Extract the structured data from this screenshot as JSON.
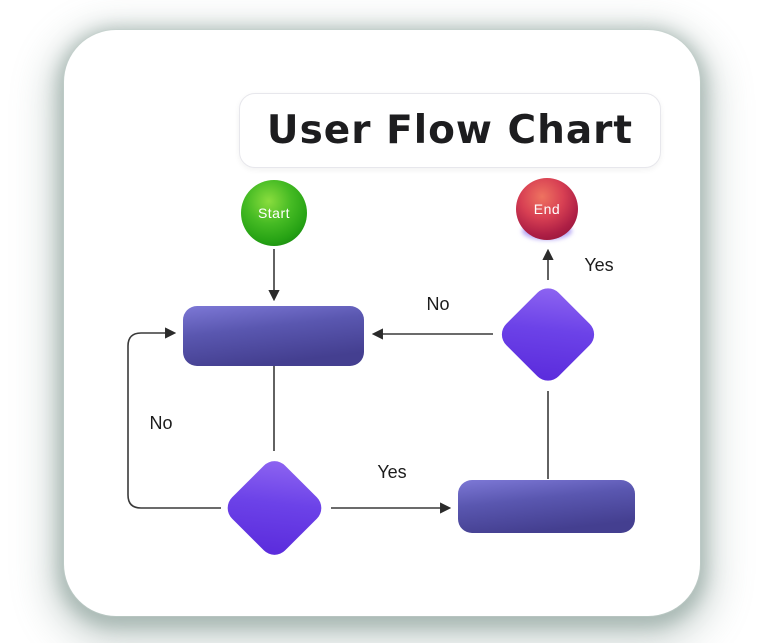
{
  "header": {
    "title": "User Flow Chart"
  },
  "diagram": {
    "nodes": [
      {
        "id": "start",
        "type": "start-terminal",
        "shape": "sphere",
        "label": "Start",
        "color": "#2fa81d"
      },
      {
        "id": "process-1",
        "type": "process",
        "shape": "rounded-rect",
        "label": "",
        "color": "#5654ab"
      },
      {
        "id": "decision-main",
        "type": "decision",
        "shape": "diamond",
        "label": "",
        "color": "#6c42e8"
      },
      {
        "id": "process-2",
        "type": "process",
        "shape": "rounded-rect",
        "label": "",
        "color": "#5654ab"
      },
      {
        "id": "decision-final",
        "type": "decision",
        "shape": "diamond",
        "label": "",
        "color": "#6c42e8"
      },
      {
        "id": "end",
        "type": "end-terminal",
        "shape": "sphere",
        "label": "End",
        "color": "#c22448"
      }
    ],
    "edges": [
      {
        "from": "start",
        "to": "process-1",
        "label": ""
      },
      {
        "from": "process-1",
        "to": "decision-main",
        "label": ""
      },
      {
        "from": "decision-main",
        "to": "process-2",
        "label": "Yes"
      },
      {
        "from": "decision-main",
        "to": "process-1",
        "label": "No"
      },
      {
        "from": "process-2",
        "to": "decision-final",
        "label": ""
      },
      {
        "from": "decision-final",
        "to": "end",
        "label": "Yes"
      },
      {
        "from": "decision-final",
        "to": "process-1",
        "label": "No"
      }
    ],
    "line_color": "#3a3a3a"
  },
  "colors": {
    "card_background": "#ffffff",
    "title_text": "#1d1d1f",
    "process_fill": "#5654ab",
    "decision_fill": "#6c42e8",
    "start_fill": "#2fa81d",
    "end_fill": "#c22448",
    "edge_label_color": "#1c1c1c"
  }
}
